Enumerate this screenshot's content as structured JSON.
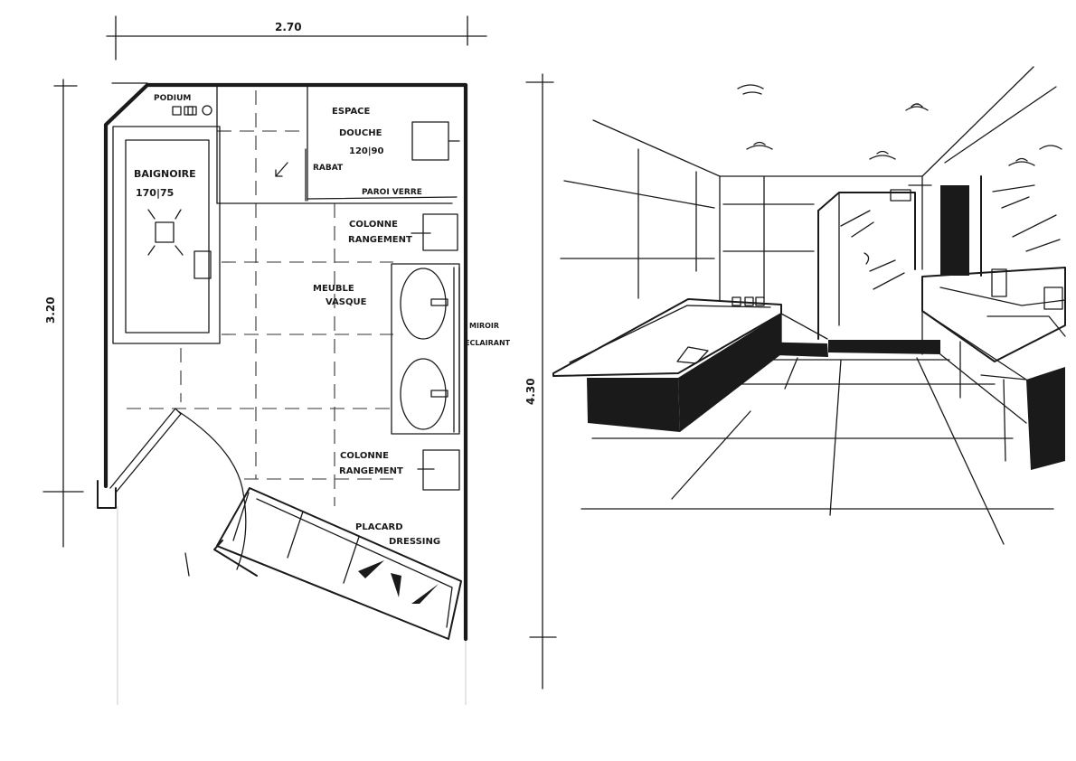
{
  "dimensions": {
    "plan_width": "2.70",
    "plan_height": "3.20",
    "perspective_height": "4.30"
  },
  "plan": {
    "labels": {
      "podium": "PODIUM",
      "espace": "ESPACE",
      "douche": "DOUCHE",
      "douche_size": "120|90",
      "rabat": "RABAT",
      "paroi_verre": "PAROI VERRE",
      "baignoire": "BAIGNOIRE",
      "baignoire_size": "170|75",
      "colonne_1": "COLONNE",
      "rangement_1": "RANGEMENT",
      "meuble": "MEUBLE",
      "vasque": "VASQUE",
      "miroir": "MIROIR",
      "eclairant": "ECLAIRANT",
      "colonne_2": "COLONNE",
      "rangement_2": "RANGEMENT",
      "placard": "PLACARD",
      "dressing": "DRESSING"
    }
  }
}
